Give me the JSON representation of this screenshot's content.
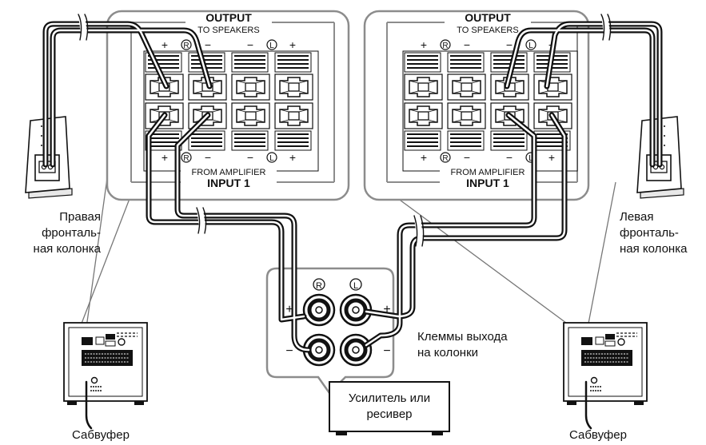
{
  "panels": {
    "output_title": "OUTPUT",
    "output_subtitle": "TO SPEAKERS",
    "input_subtitle": "FROM AMPLIFIER",
    "input_title": "INPUT 1",
    "plus": "+",
    "minus": "−",
    "right_mark": "R",
    "left_mark": "L"
  },
  "amp_terminals": {
    "right_mark": "R",
    "left_mark": "L",
    "plus": "+",
    "minus": "−"
  },
  "labels": {
    "right_speaker": [
      "Правая",
      "фронталь-",
      "ная колонка"
    ],
    "left_speaker": [
      "Левая",
      "фронталь-",
      "ная колонка"
    ],
    "terminals": [
      "Клеммы выхода",
      "на колонки"
    ],
    "amplifier": [
      "Усилитель или",
      "ресивер"
    ],
    "subwoofer_left": "Сабвуфер",
    "subwoofer_right": "Сабвуфер"
  }
}
